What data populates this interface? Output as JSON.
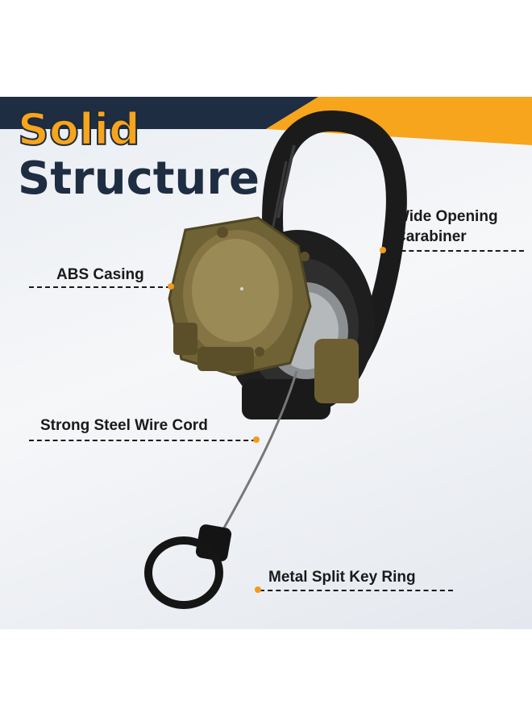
{
  "title": {
    "line1": "Solid",
    "line2": "Structure"
  },
  "callouts": {
    "carabiner_line1": "Wide Opening",
    "carabiner_line2": "Carabiner",
    "casing": "ABS Casing",
    "wire": "Strong Steel Wire Cord",
    "ring": "Metal Split Key Ring"
  },
  "colors": {
    "accent_orange": "#f6a51c",
    "navy": "#1f2d42",
    "casing_olive": "#7a6a3a"
  }
}
